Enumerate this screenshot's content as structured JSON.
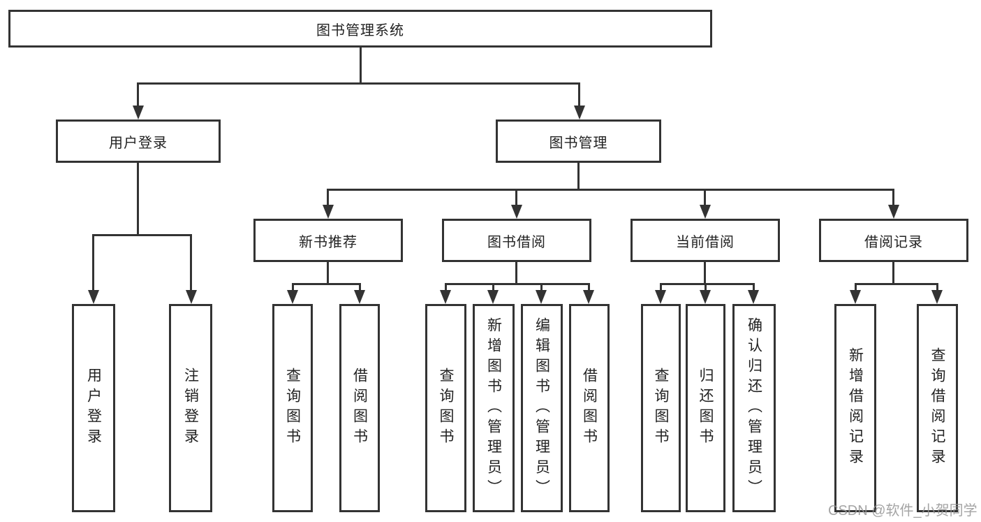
{
  "diagram": {
    "title": "图书管理系统",
    "root": {
      "label": "图书管理系统"
    },
    "branches": [
      {
        "label": "用户登录",
        "children": [
          {
            "label": "用户登录"
          },
          {
            "label": "注销登录"
          }
        ]
      },
      {
        "label": "图书管理",
        "children": [
          {
            "label": "新书推荐",
            "children": [
              {
                "label": "查询图书"
              },
              {
                "label": "借阅图书"
              }
            ]
          },
          {
            "label": "图书借阅",
            "children": [
              {
                "label": "查询图书"
              },
              {
                "label": "新增图书（管理员）"
              },
              {
                "label": "编辑图书（管理员）"
              },
              {
                "label": "借阅图书"
              }
            ]
          },
          {
            "label": "当前借阅",
            "children": [
              {
                "label": "查询图书"
              },
              {
                "label": "归还图书"
              },
              {
                "label": "确认归还（管理员）"
              }
            ]
          },
          {
            "label": "借阅记录",
            "children": [
              {
                "label": "新增借阅记录"
              },
              {
                "label": "查询借阅记录"
              }
            ]
          }
        ]
      }
    ]
  },
  "watermark": {
    "text": "CSDN @软件_小贺同学"
  },
  "colors": {
    "line": "#333333",
    "text": "#222222",
    "background": "#ffffff",
    "watermark": "#949494"
  }
}
